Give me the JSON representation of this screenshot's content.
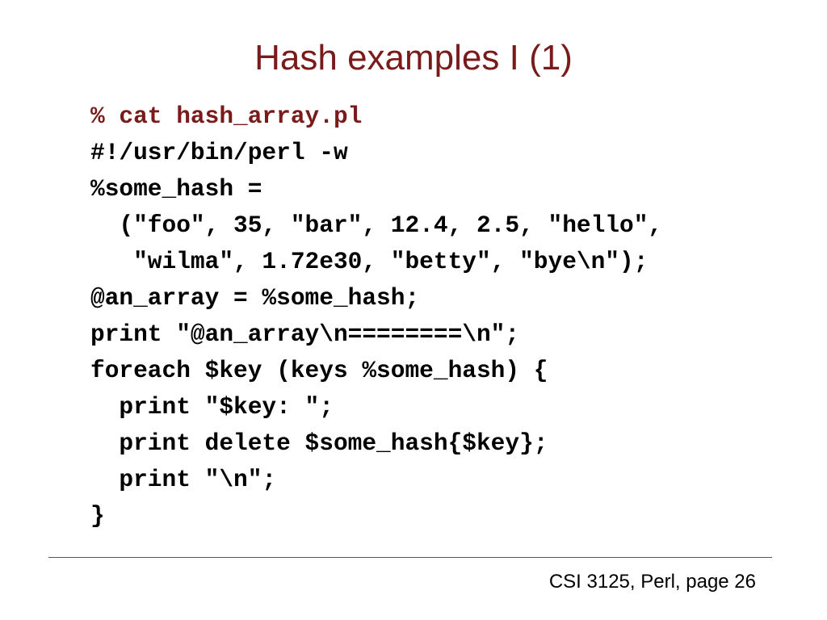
{
  "slide": {
    "title": "Hash examples I (1)",
    "code_lines": [
      {
        "text": "% cat hash_array.pl",
        "highlight": true
      },
      {
        "text": "#!/usr/bin/perl -w",
        "highlight": false
      },
      {
        "text": "%some_hash =",
        "highlight": false
      },
      {
        "text": "  (\"foo\", 35, \"bar\", 12.4, 2.5, \"hello\",",
        "highlight": false
      },
      {
        "text": "   \"wilma\", 1.72e30, \"betty\", \"bye\\n\");",
        "highlight": false
      },
      {
        "text": "@an_array = %some_hash;",
        "highlight": false
      },
      {
        "text": "print \"@an_array\\n========\\n\";",
        "highlight": false
      },
      {
        "text": "foreach $key (keys %some_hash) {",
        "highlight": false
      },
      {
        "text": "  print \"$key: \";",
        "highlight": false
      },
      {
        "text": "  print delete $some_hash{$key};",
        "highlight": false
      },
      {
        "text": "  print \"\\n\";",
        "highlight": false
      },
      {
        "text": "}",
        "highlight": false
      }
    ],
    "footer": "CSI 3125, Perl, page 26"
  },
  "colors": {
    "title": "#7a1b1b",
    "highlight": "#7a1b1b",
    "text": "#000000",
    "background": "#ffffff"
  }
}
